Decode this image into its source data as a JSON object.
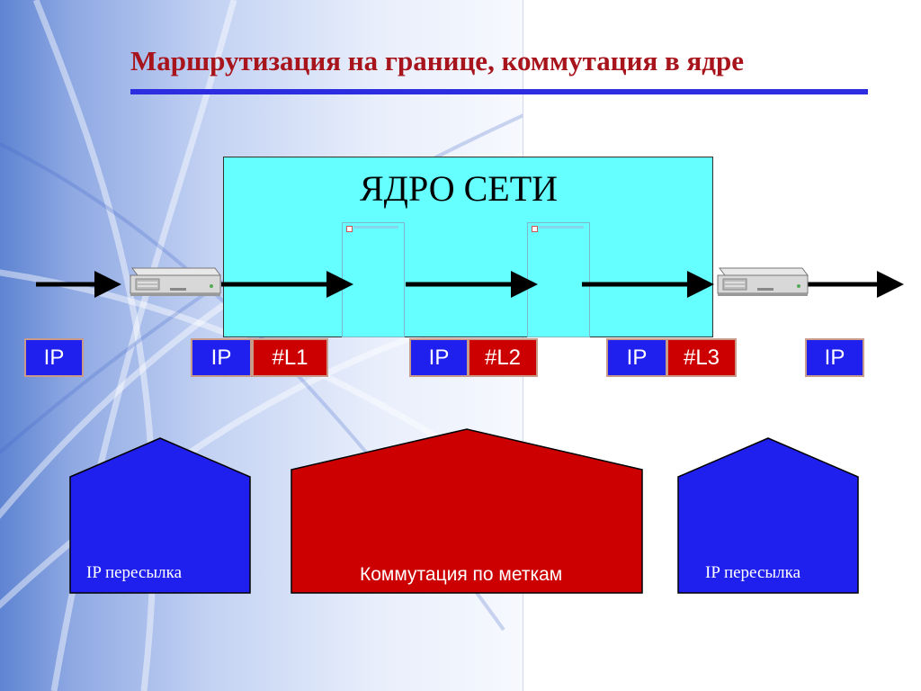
{
  "title": "Маршрутизация на границе, коммутация в ядре",
  "core": {
    "label": "ЯДРО СЕТИ"
  },
  "packets": [
    {
      "ip": "IP",
      "label": ""
    },
    {
      "ip": "IP",
      "label": "#L1"
    },
    {
      "ip": "IP",
      "label": "#L2"
    },
    {
      "ip": "IP",
      "label": "#L3"
    },
    {
      "ip": "IP",
      "label": ""
    }
  ],
  "stages": {
    "ingress": "IP пересылка",
    "core": "Коммутация по меткам",
    "egress": "IP пересылка"
  },
  "colors": {
    "title": "#a8141c",
    "ip_box": "#2020ee",
    "label_box": "#cc0000",
    "core": "#66ffff",
    "house_blue": "#2020ee",
    "house_red": "#cc0000"
  }
}
